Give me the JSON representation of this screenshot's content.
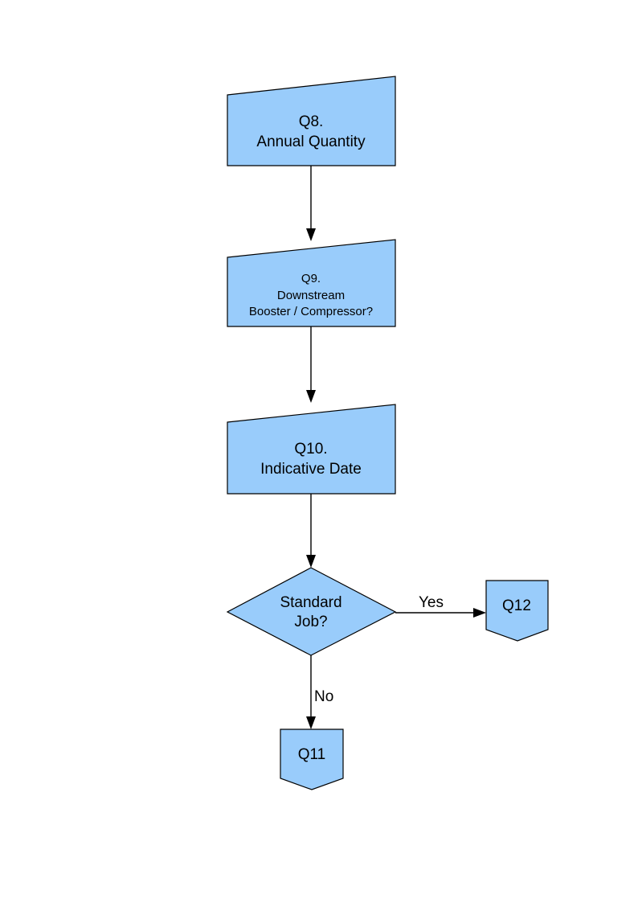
{
  "diagram": {
    "type": "flowchart",
    "title": "",
    "background_color": "#ffffff",
    "node_fill_color": "#99ccfb",
    "node_stroke_color": "#000000",
    "text_color": "#000000",
    "nodes": [
      {
        "id": "q8",
        "shape": "slanted-trapezoid",
        "lines": [
          "Q8.",
          "Annual Quantity"
        ],
        "line1": "Q8.",
        "line2": "Annual Quantity",
        "line3": ""
      },
      {
        "id": "q9",
        "shape": "slanted-trapezoid",
        "lines": [
          "Q9.",
          "Downstream",
          "Booster / Compressor?"
        ],
        "line1": "Q9.",
        "line2": "Downstream",
        "line3": "Booster / Compressor?"
      },
      {
        "id": "q10",
        "shape": "slanted-trapezoid",
        "lines": [
          "Q10.",
          "Indicative Date"
        ],
        "line1": "Q10.",
        "line2": "Indicative Date",
        "line3": ""
      },
      {
        "id": "decision",
        "shape": "diamond",
        "lines": [
          "Standard",
          "Job?"
        ],
        "line1": "Standard",
        "line2": "Job?",
        "line3": ""
      },
      {
        "id": "q12",
        "shape": "pentagon-down",
        "lines": [
          "Q12"
        ],
        "line1": "Q12",
        "line2": "",
        "line3": ""
      },
      {
        "id": "q11",
        "shape": "pentagon-down",
        "lines": [
          "Q11"
        ],
        "line1": "Q11",
        "line2": "",
        "line3": ""
      }
    ],
    "edges": [
      {
        "id": "e1",
        "from": "q8",
        "to": "q9",
        "label": ""
      },
      {
        "id": "e2",
        "from": "q9",
        "to": "q10",
        "label": ""
      },
      {
        "id": "e3",
        "from": "q10",
        "to": "decision",
        "label": ""
      },
      {
        "id": "e4",
        "from": "decision",
        "to": "q12",
        "label": "Yes"
      },
      {
        "id": "e5",
        "from": "decision",
        "to": "q11",
        "label": "No"
      }
    ]
  }
}
